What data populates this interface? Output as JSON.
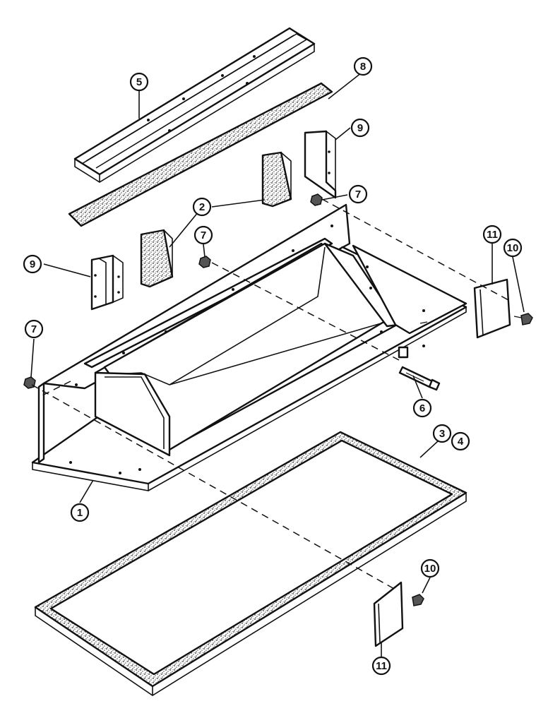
{
  "diagram": {
    "callouts": {
      "c1": "1",
      "c2": "2",
      "c3": "3",
      "c4": "4",
      "c5": "5",
      "c6": "6",
      "c7": "7",
      "c8": "8",
      "c9": "9",
      "c10": "10",
      "c11": "11"
    }
  },
  "colors": {
    "line": "#111111",
    "background": "#ffffff",
    "felt": "#8a8a8a"
  }
}
